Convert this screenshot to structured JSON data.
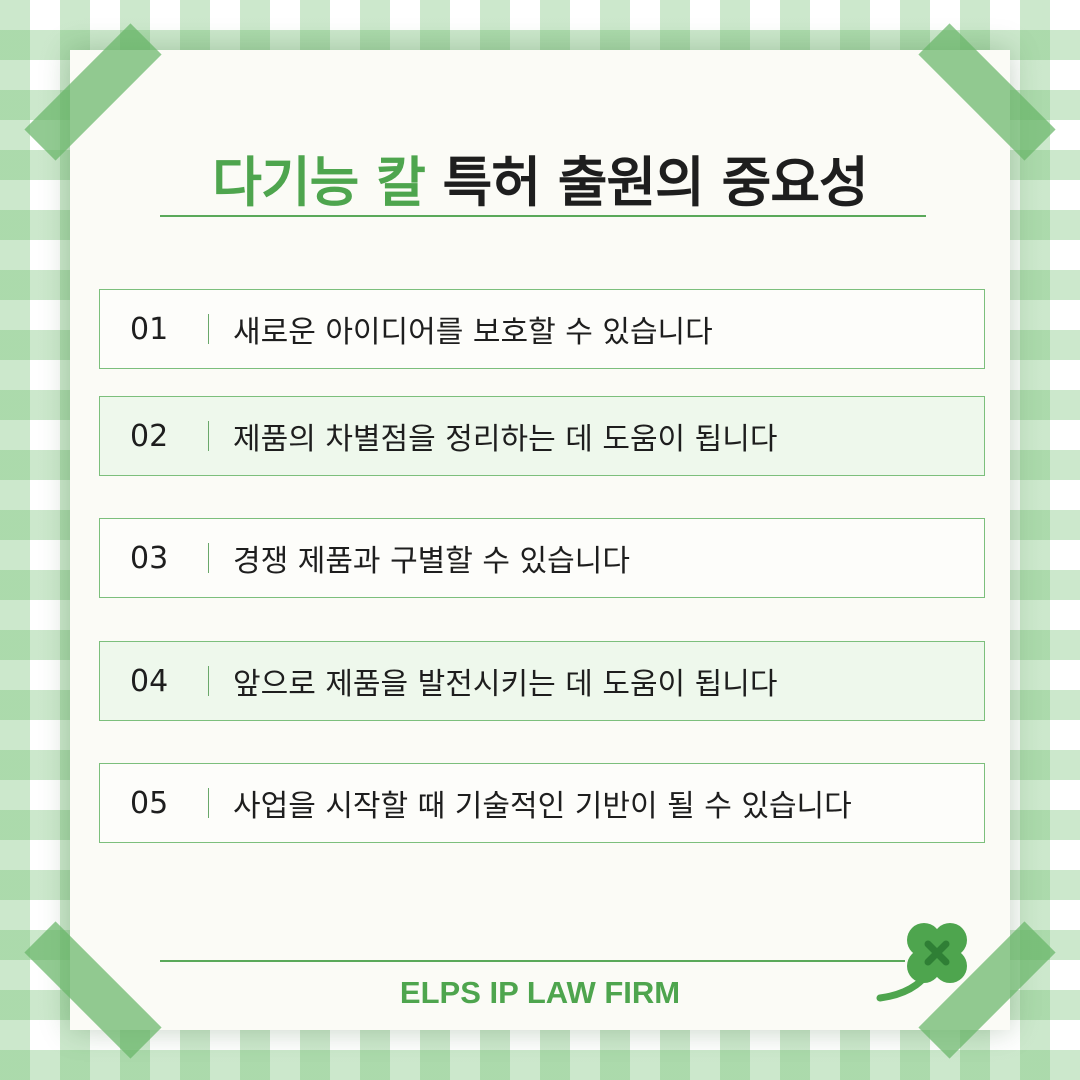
{
  "title": {
    "accent": "다기능 칼",
    "rest": "특허 출원의 중요성"
  },
  "items": [
    {
      "num": "01",
      "text": "새로운 아이디어를 보호할 수 있습니다"
    },
    {
      "num": "02",
      "text": "제품의 차별점을 정리하는 데 도움이 됩니다"
    },
    {
      "num": "03",
      "text": "경쟁 제품과 구별할 수 있습니다"
    },
    {
      "num": "04",
      "text": "앞으로 제품을 발전시키는 데 도움이 됩니다"
    },
    {
      "num": "05",
      "text": "사업을 시작할 때 기술적인 기반이 될 수 있습니다"
    }
  ],
  "footer": {
    "firm": "ELPS IP LAW FIRM"
  },
  "colors": {
    "accent": "#4ea54e",
    "text": "#1e1e1e",
    "item_green_bg": "#eef8ec"
  },
  "icons": [
    "clover-icon"
  ]
}
